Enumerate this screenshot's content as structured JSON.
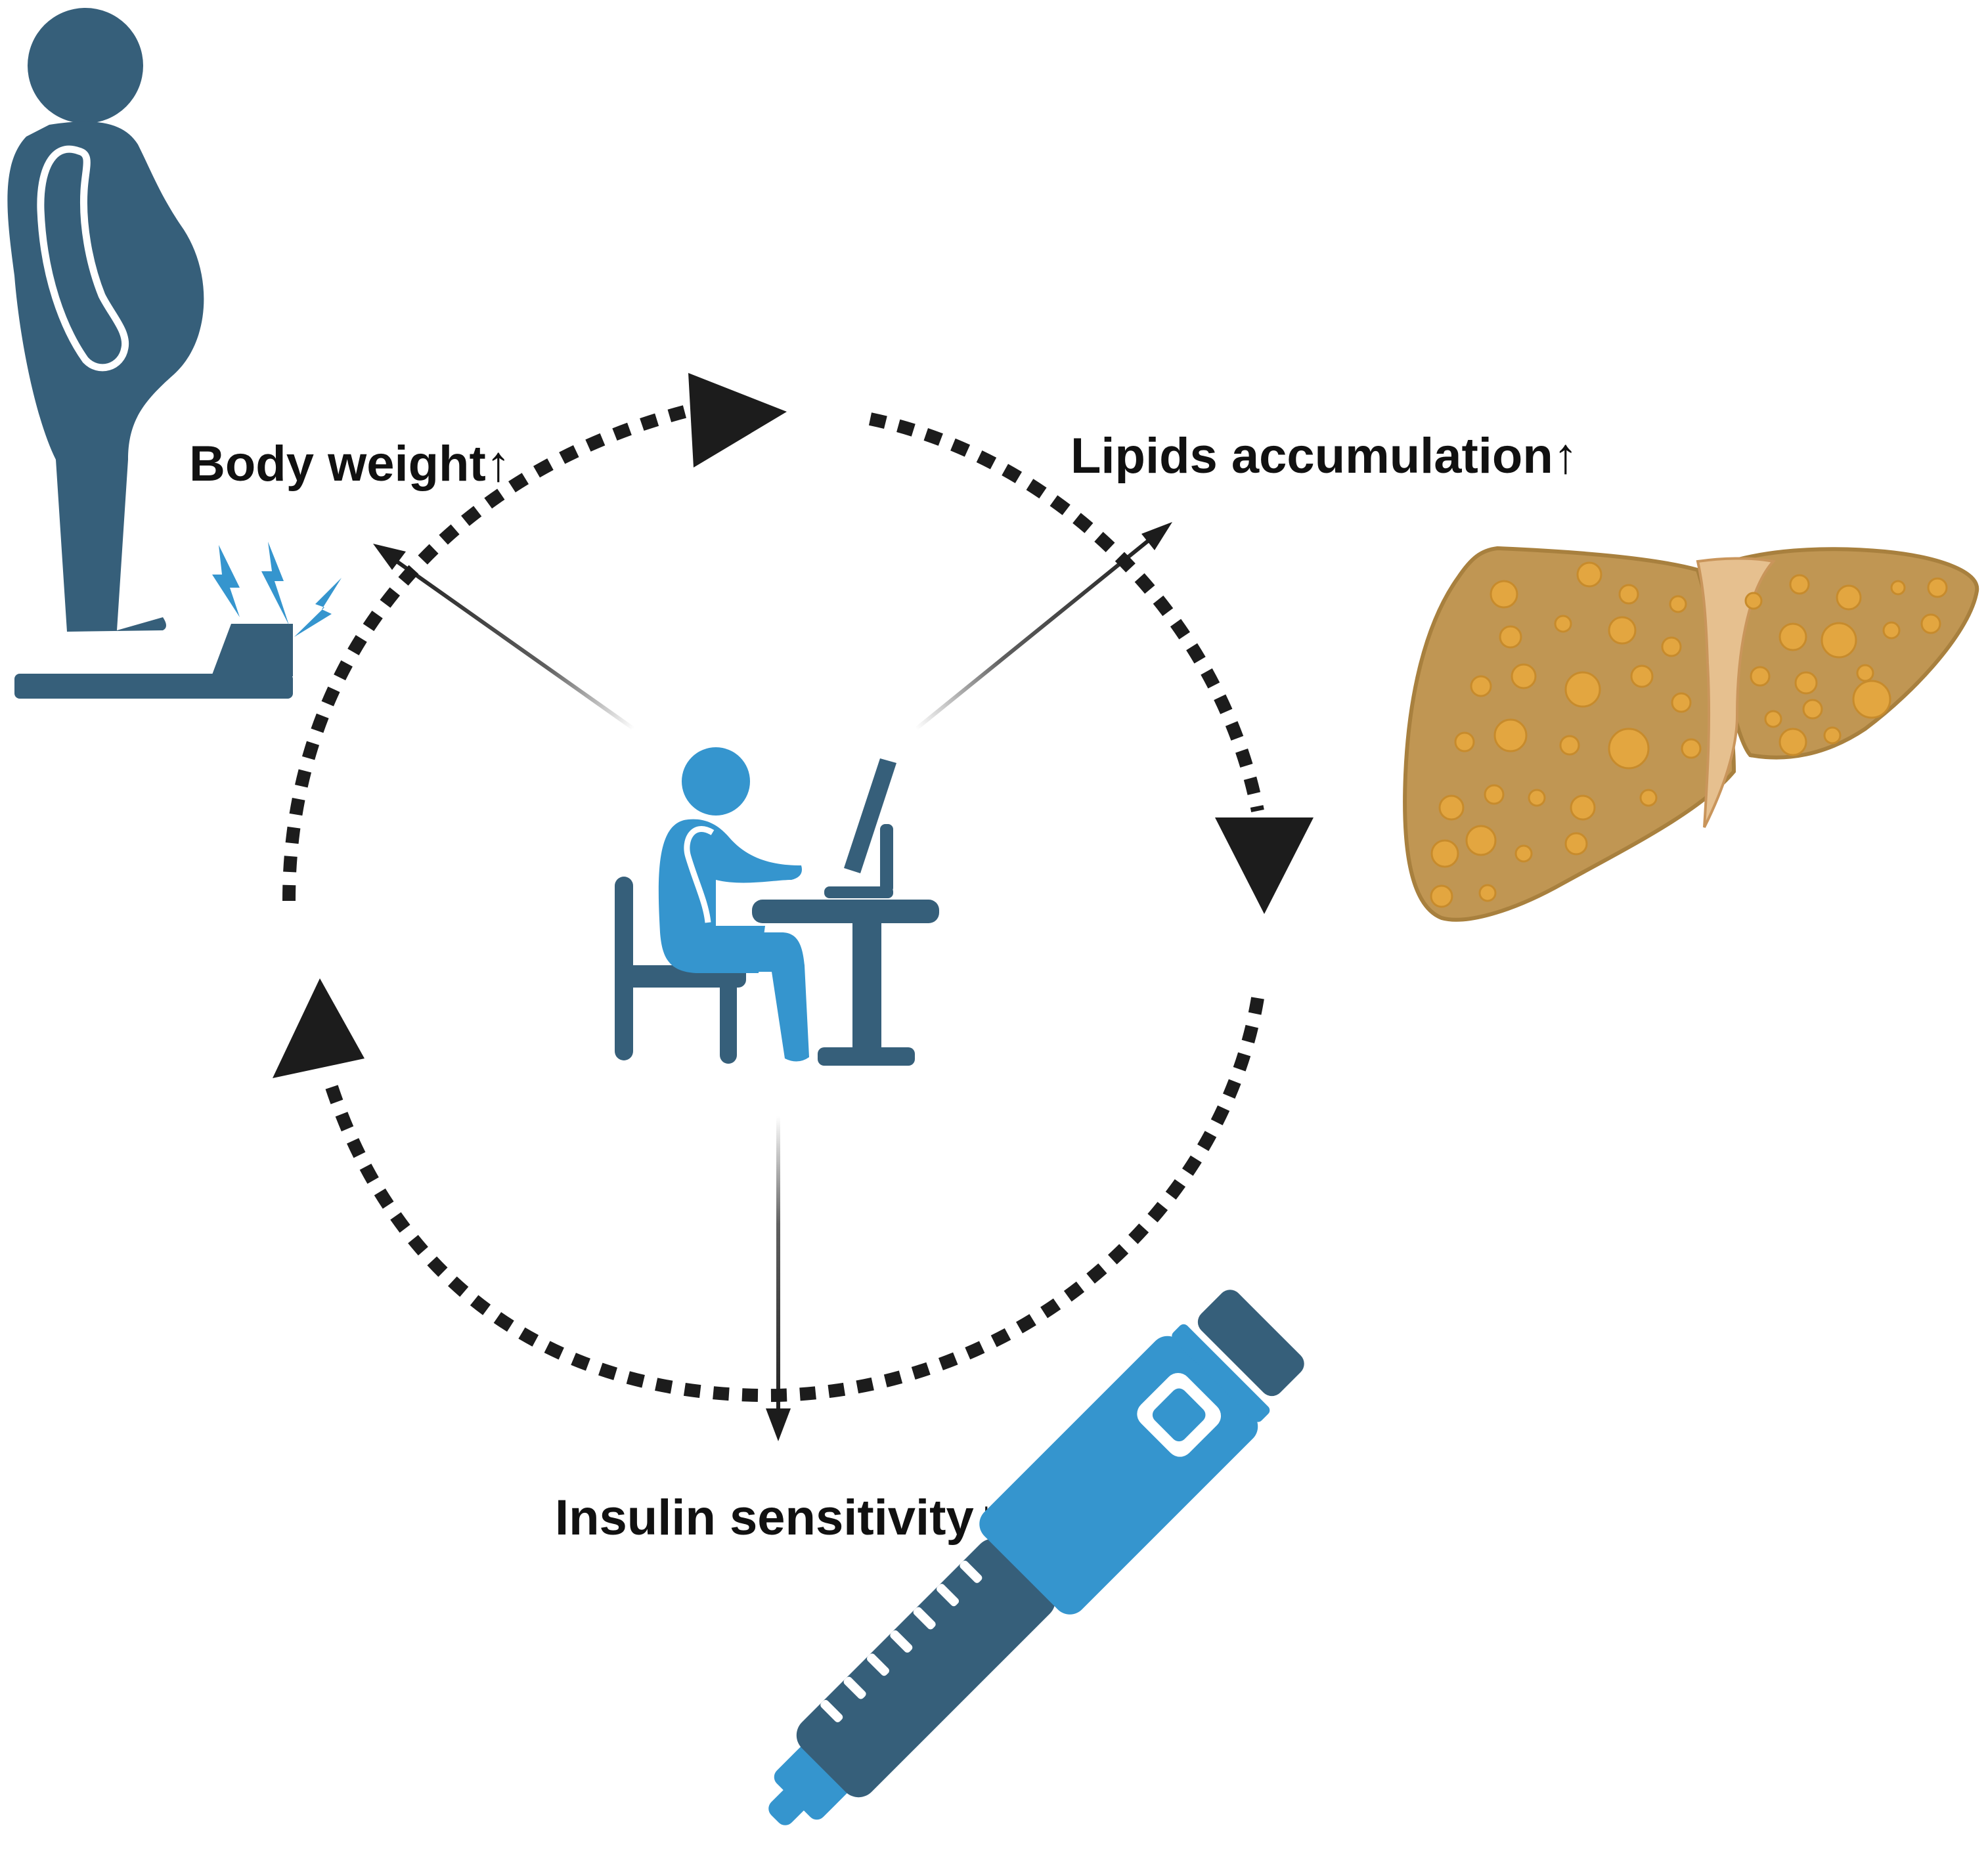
{
  "labels": {
    "body_weight": "Body weight↑",
    "lipids": "Lipids accumulation↑",
    "insulin": "Insulin sensitivity↓"
  },
  "icons": {
    "person_at_desk": "sedentary-person-at-desk-icon",
    "obese_person": "overweight-person-on-scale-icon",
    "fatty_liver": "fatty-liver-icon",
    "insulin_pen": "insulin-pen-icon"
  },
  "colors": {
    "dark_blue": "#365F7A",
    "light_blue": "#3595CE",
    "liver_brown": "#C09653",
    "liver_dark": "#A8803E",
    "fat_droplet": "#E3A640",
    "arrow_black": "#1C1C1C"
  }
}
